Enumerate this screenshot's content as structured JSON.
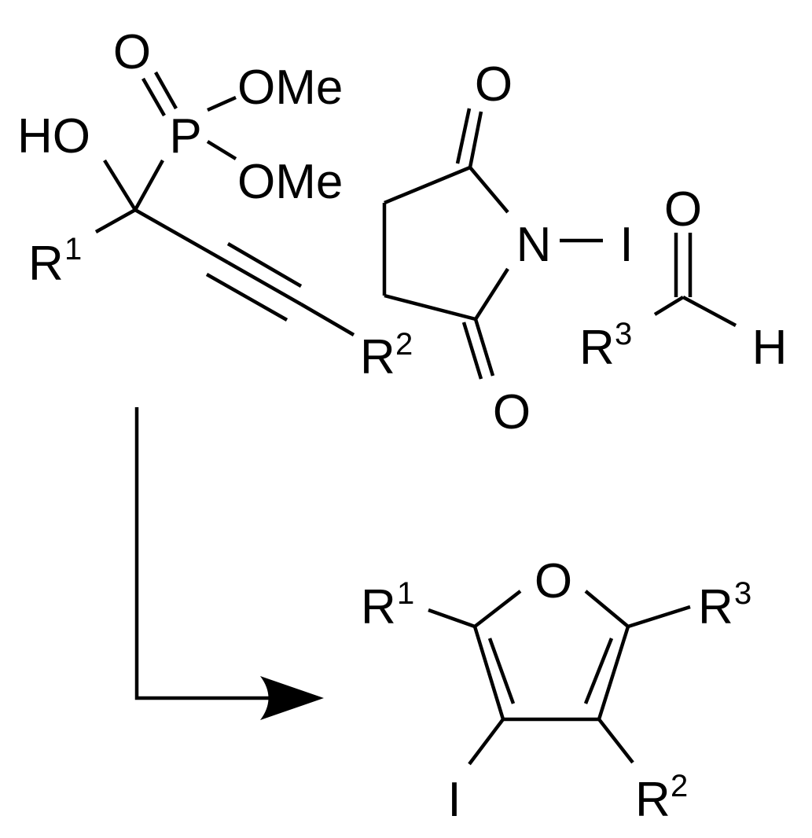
{
  "reactants": {
    "phosphonate": {
      "oxo": "O",
      "phosphorus": "P",
      "ome_top": "OMe",
      "ome_bottom": "OMe",
      "hydroxyl": "HO",
      "r1": "R",
      "r1_index": "1",
      "r2": "R",
      "r2_index": "2"
    },
    "nis": {
      "carbonyl_top": "O",
      "nitrogen": "N",
      "iodine": "I",
      "carbonyl_bottom": "O"
    },
    "aldehyde": {
      "oxo": "O",
      "r3": "R",
      "r3_index": "3",
      "hydrogen": "H"
    }
  },
  "product": {
    "ring_oxygen": "O",
    "r1": "R",
    "r1_index": "1",
    "r3": "R",
    "r3_index": "3",
    "iodine": "I",
    "r2": "R",
    "r2_index": "2"
  },
  "colors": {
    "ink": "#000000",
    "background": "#ffffff"
  }
}
